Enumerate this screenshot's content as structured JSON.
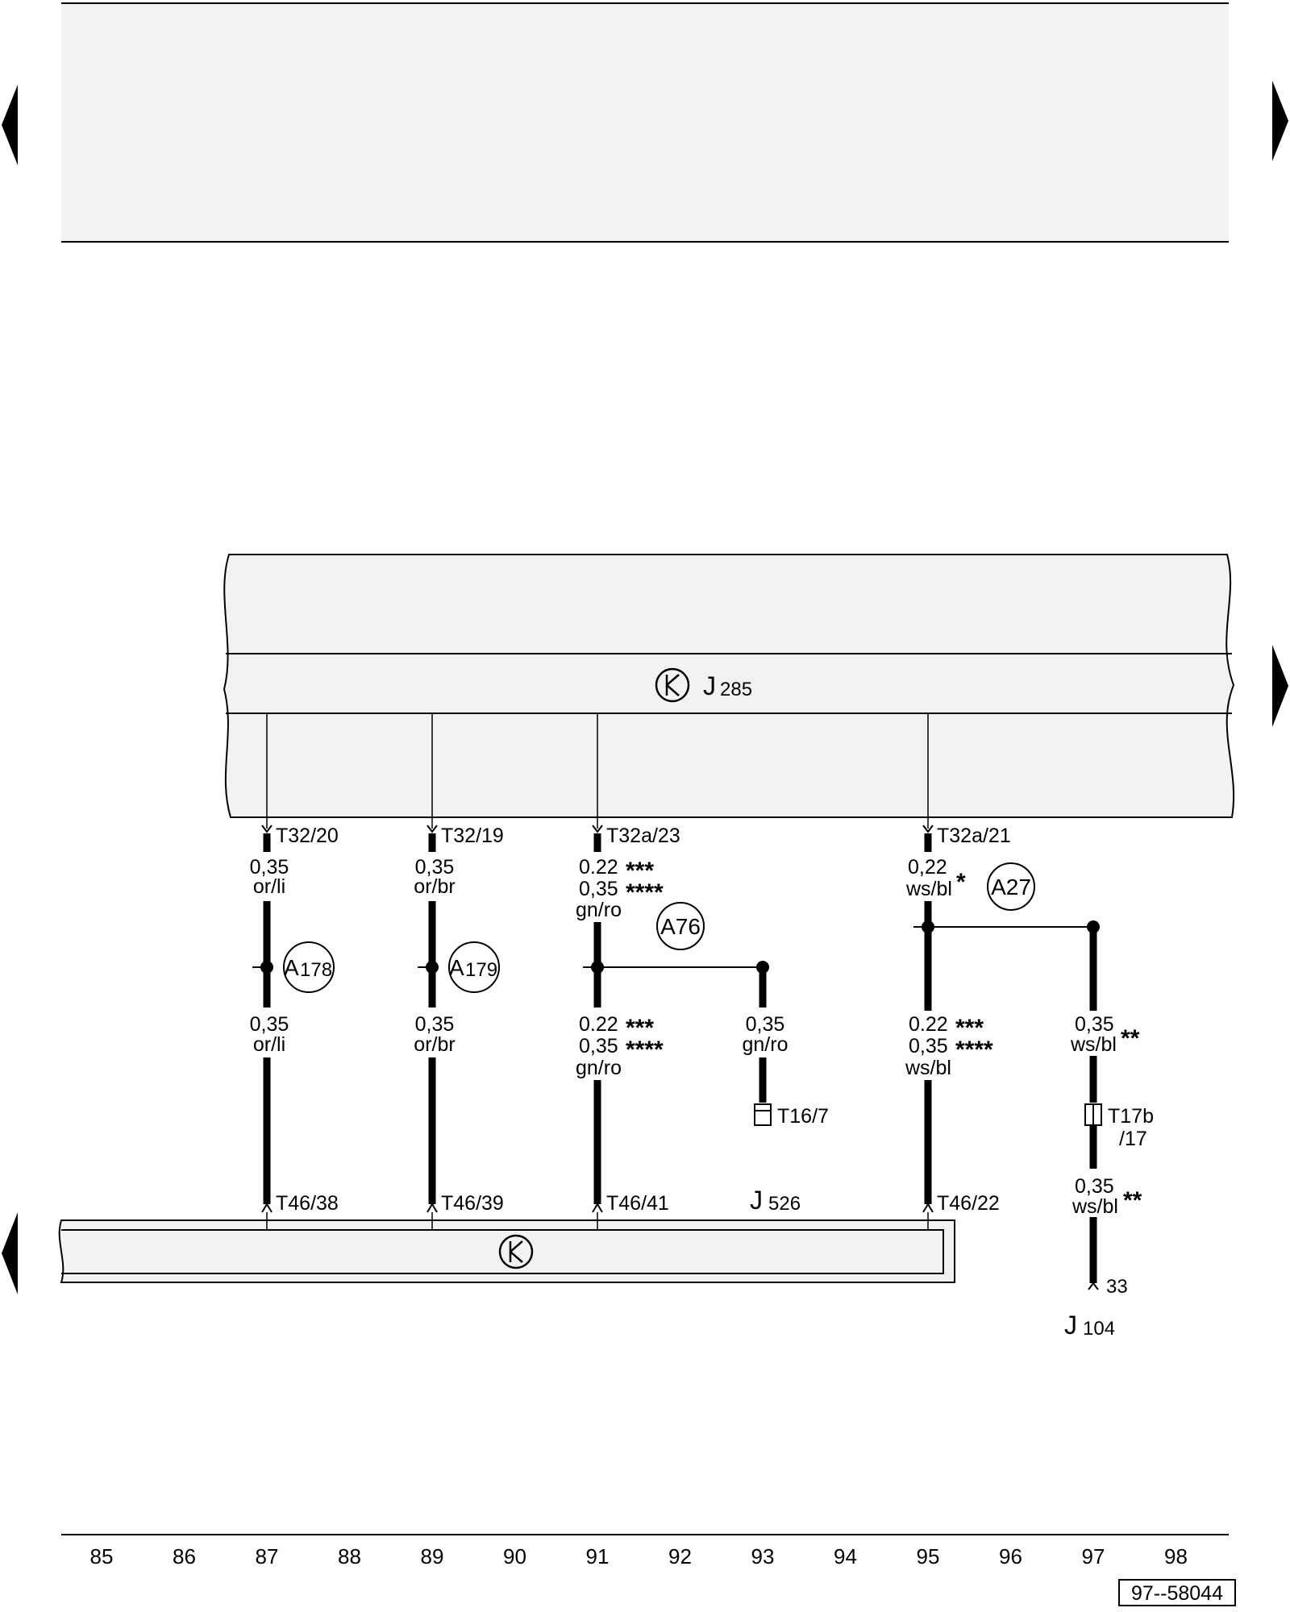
{
  "doc_id": "97--58044",
  "axis": [
    "85",
    "86",
    "87",
    "88",
    "89",
    "90",
    "91",
    "92",
    "93",
    "94",
    "95",
    "96",
    "97",
    "98"
  ],
  "components": {
    "j285": {
      "letter": "J",
      "num": "285"
    },
    "j526": {
      "letter": "J",
      "num": "526"
    },
    "j104": {
      "letter": "J",
      "num": "104"
    }
  },
  "connectors": {
    "t32_20": "T32/20",
    "t32_19": "T32/19",
    "t32a_23": "T32a/23",
    "t32a_21": "T32a/21",
    "t46_38": "T46/38",
    "t46_39": "T46/39",
    "t46_41": "T46/41",
    "t46_22": "T46/22",
    "t16_7": "T16/7",
    "t17b_a": "T17b",
    "t17b_b": "/17",
    "pin33": "33"
  },
  "splices": {
    "a178": {
      "letter": "A",
      "num": "178"
    },
    "a179": {
      "letter": "A",
      "num": "179"
    },
    "a76": "A76",
    "a27": "A27"
  },
  "wires": {
    "w87_top": {
      "size": "0,35",
      "color": "or/li"
    },
    "w87_bot": {
      "size": "0,35",
      "color": "or/li"
    },
    "w89_top": {
      "size": "0,35",
      "color": "or/br"
    },
    "w89_bot": {
      "size": "0,35",
      "color": "or/br"
    },
    "w91_top": {
      "size1": "0.22",
      "stars1": "***",
      "size2": "0,35",
      "stars2": "****",
      "color": "gn/ro"
    },
    "w91_bot": {
      "size1": "0.22",
      "stars1": "***",
      "size2": "0,35",
      "stars2": "****",
      "color": "gn/ro"
    },
    "w93": {
      "size": "0,35",
      "color": "gn/ro"
    },
    "w95_top": {
      "size": "0,22",
      "color": "ws/bl",
      "stars": "*"
    },
    "w95_bot": {
      "size1": "0.22",
      "stars1": "***",
      "size2": "0,35",
      "stars2": "****",
      "color": "ws/bl"
    },
    "w97_mid": {
      "size": "0,35",
      "color": "ws/bl",
      "stars": "**"
    },
    "w97_bot": {
      "size": "0,35",
      "color": "ws/bl",
      "stars": "**"
    }
  },
  "nav_arrows": [
    "left-top",
    "right-top",
    "right-mid",
    "left-bottom"
  ]
}
